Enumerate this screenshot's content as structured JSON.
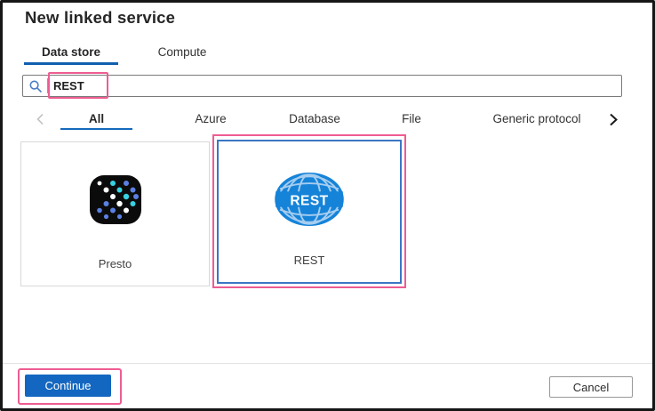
{
  "dialog": {
    "title": "New linked service",
    "tabs": {
      "data_store": "Data store",
      "compute": "Compute"
    },
    "search": {
      "value": "REST",
      "icon": "search-icon"
    },
    "categories": {
      "prev_icon": "chevron-left-icon",
      "next_icon": "chevron-right-icon",
      "items": [
        "All",
        "Azure",
        "Database",
        "File",
        "Generic protocol"
      ],
      "selected": "All"
    },
    "tiles": [
      {
        "label": "Presto",
        "icon": "presto-icon",
        "selected": false
      },
      {
        "label": "REST",
        "icon": "rest-globe-icon",
        "selected": true
      }
    ],
    "rest_globe_text": "REST",
    "footer": {
      "continue_label": "Continue",
      "cancel_label": "Cancel"
    }
  },
  "colors": {
    "tab_underline_blue": "#1160b0",
    "category_underline_blue": "#1569bd",
    "annotation_pink": "#ee5c92",
    "selected_tile_border_blue": "#3b76c4",
    "continue_button_blue": "#1467c0",
    "presto_icon_black": "#0b0b0b",
    "rest_globe_blue": "#1583d8",
    "frame_black": "#161616"
  }
}
